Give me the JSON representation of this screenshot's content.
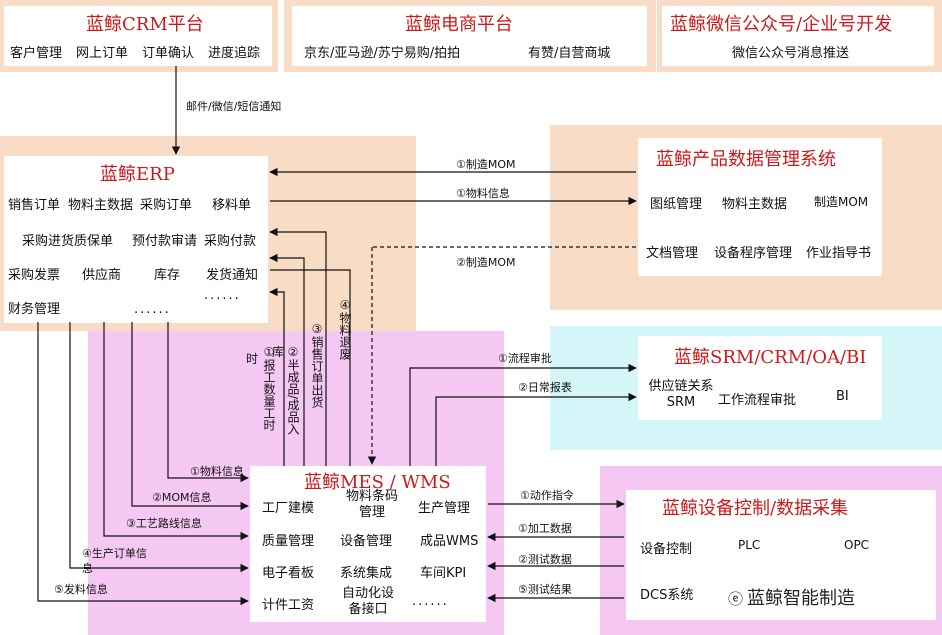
{
  "crm": {
    "title": "蓝鲸CRM平台",
    "items": [
      "客户管理",
      "网上订单",
      "订单确认",
      "进度追踪"
    ]
  },
  "ecom": {
    "title": "蓝鲸电商平台",
    "items": [
      "京东/亚马逊/苏宁易购/拍拍",
      "有赞/自营商城"
    ]
  },
  "wechat": {
    "title": "蓝鲸微信公众号/企业号开发",
    "items": [
      "微信公众号消息推送"
    ]
  },
  "notify_label": "邮件/微信/短信通知",
  "erp": {
    "title": "蓝鲸ERP",
    "rows": [
      [
        "销售订单",
        "物料主数据",
        "采购订单",
        "移料单"
      ],
      [
        "采购进货质保单",
        "预付款审请",
        "采购付款"
      ],
      [
        "采购发票",
        "供应商",
        "库存",
        "发货通知"
      ],
      [
        "财务管理"
      ]
    ],
    "dots": "......",
    "dots2": "......"
  },
  "pdm": {
    "title": "蓝鲸产品数据管理系统",
    "items": [
      "图纸管理",
      "物料主数据",
      "制造MOM",
      "文档管理",
      "设备程序管理",
      "作业指导书"
    ]
  },
  "srm": {
    "title": "蓝鲸SRM/CRM/OA/BI",
    "items": [
      "供应链关系SRM",
      "工作流程审批",
      "BI"
    ]
  },
  "mes": {
    "title": "蓝鲸MES / WMS",
    "items": [
      "工厂建模",
      "物料条码管理",
      "生产管理",
      "质量管理",
      "设备管理",
      "成品WMS",
      "电子看板",
      "系统集成",
      "车间KPI",
      "计件工资",
      "自动化设备接口",
      "......"
    ]
  },
  "equip": {
    "title": "蓝鲸设备控制/数据采集",
    "items": [
      "设备控制",
      "PLC",
      "OPC",
      "DCS系统"
    ]
  },
  "arrows": {
    "erp_pdm_1": "①制造MOM",
    "erp_pdm_2": "①物料信息",
    "erp_pdm_3": "②制造MOM",
    "mes_srm_1": "①流程审批",
    "mes_srm_2": "②日常报表",
    "mes_eq_1": "①动作指令",
    "mes_eq_2": "①加工数据",
    "mes_eq_3": "②测试数据",
    "mes_eq_4": "⑤测试结果",
    "erp_mes_1": "①物料信息",
    "erp_mes_2": "②MOM信息",
    "erp_mes_3": "③工艺路线信息",
    "erp_mes_4": "④生产订单信息",
    "erp_mes_5": "⑤发料信息",
    "v1": "①报工数量工时",
    "v1b": "库",
    "v2": "②半成品/成品入",
    "v3": "③销售订单出货",
    "v4": "④物料退废"
  },
  "watermark": "蓝鲸智能制造",
  "colors": {
    "title_red": "#d01818",
    "peach": "#f8dcc6",
    "pink": "#f6c8f4",
    "cyan": "#d4f6f8",
    "pinkmag": "#f5c6f2"
  }
}
